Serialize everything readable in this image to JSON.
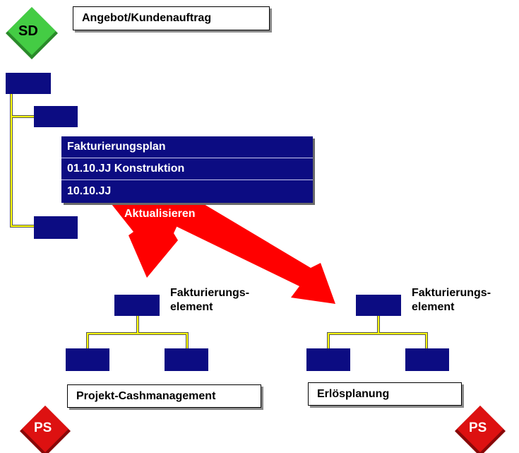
{
  "header": {
    "title": "Angebot/Kundenauftrag"
  },
  "badges": {
    "sd": "SD",
    "ps_left": "PS",
    "ps_right": "PS"
  },
  "billing_plan": {
    "rows": [
      "Fakturierungsplan",
      "01.10.JJ Konstruktion",
      "10.10.JJ"
    ]
  },
  "arrow": {
    "label": "Aktualisieren"
  },
  "left_tree": {
    "element_label_line1": "Fakturierungs-",
    "element_label_line2": "element",
    "title": "Projekt-Cashmanagement"
  },
  "right_tree": {
    "element_label_line1": "Fakturierungs-",
    "element_label_line2": "element",
    "title": "Erlösplanung"
  },
  "colors": {
    "node_blue": "#0c0c82",
    "connector_yellow": "#ffff00",
    "arrow_red": "#ff0000",
    "sd_green": "#44cc44",
    "ps_red": "#dd1111"
  }
}
